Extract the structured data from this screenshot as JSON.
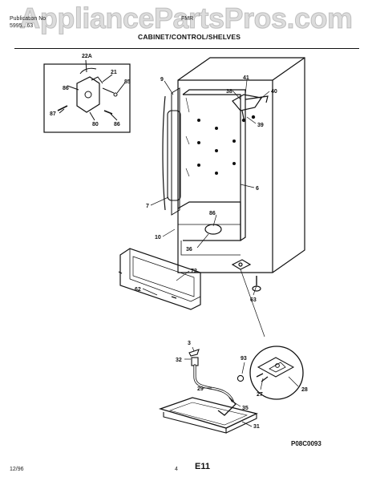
{
  "header": {
    "pub_label": "Publication No",
    "pub_number": "5995...63",
    "model_label": "FMR",
    "title": "CABINET/CONTROL/SHELVES"
  },
  "watermark": "AppliancePartsPros.com",
  "callouts": {
    "c22a": "22A",
    "c21": "21",
    "c86a": "86",
    "c85": "85",
    "c87": "87",
    "c80": "80",
    "c86b": "86",
    "c9": "9",
    "c41": "41",
    "c38": "38",
    "c40": "40",
    "c39": "39",
    "c6": "6",
    "c7": "7",
    "c86c": "86",
    "c10": "10",
    "c36": "36",
    "c72": "72",
    "c62": "62",
    "c63": "63",
    "c3": "3",
    "c93": "93",
    "c32": "32",
    "c29": "29",
    "c35": "35",
    "c27": "27",
    "c28": "28",
    "c31": "31"
  },
  "footer": {
    "date": "12/96",
    "page_number": "4",
    "page_code": "E11",
    "figure_code": "P08C0093"
  }
}
